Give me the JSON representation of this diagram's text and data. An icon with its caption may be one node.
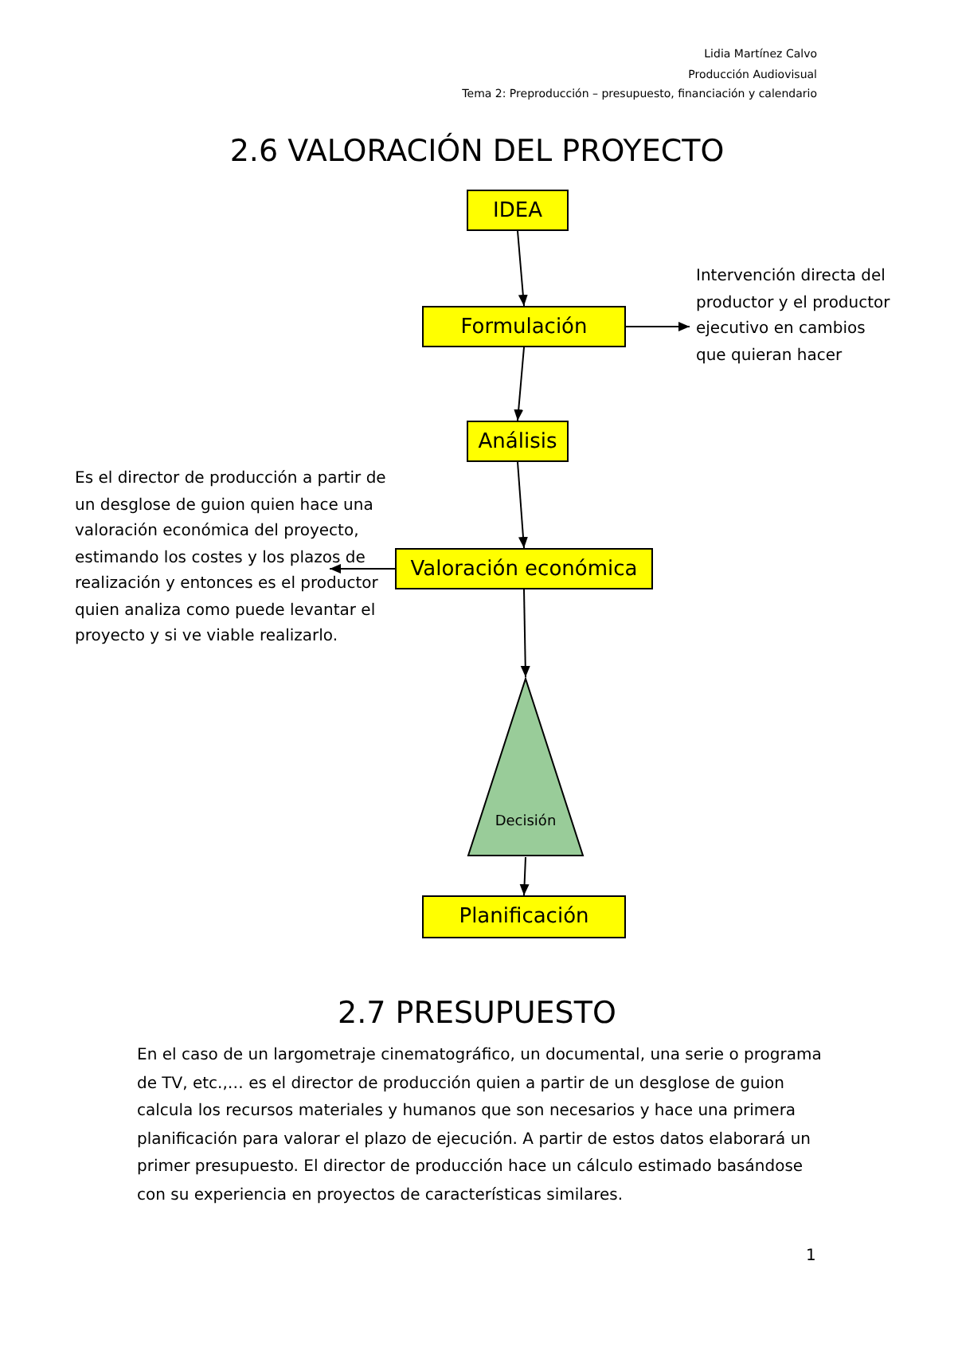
{
  "diagram": {
    "title": "2.6 VALORACIÓN DEL PROYECTO",
    "nodes": [
      {
        "text": [
          "IDEA"
        ]
      },
      {
        "text": [
          "Formulación"
        ]
      },
      {
        "text": [
          "Intervención directa del productor y el productor ejecutivo en cambios que quieran hacer"
        ]
      },
      {
        "text": [
          "Análisis"
        ]
      },
      {
        "text": [
          "Valoración económica"
        ]
      },
      {
        "text": [
          "Es el director de producción a partir de un desglose de guion quien hace una valoración económica del proyecto, estimando los costes y los plazos de realización y entonces es el productor quien analiza como puede levantar el proyecto y si ve viable realizarlo."
        ]
      },
      {
        "text": [
          "Decisión"
        ]
      },
      {
        "text": [
          "Planificación"
        ]
      }
    ],
    "edges": [
      {
        "from": 0,
        "to": 1,
        "arrow": "to"
      },
      {
        "from": 1,
        "to": 2,
        "arrow": "to"
      },
      {
        "from": 1,
        "to": 3,
        "arrow": "to"
      },
      {
        "from": 3,
        "to": 4,
        "arrow": "to"
      },
      {
        "from": 4,
        "to": 5,
        "arrow": "to"
      },
      {
        "from": 4,
        "to": 6,
        "arrow": "to"
      },
      {
        "from": 6,
        "to": 7,
        "arrow": "to"
      }
    ],
    "labels": [
      "Lidia Martínez Calvo",
      "Producción Audiovisual",
      "Tema 2: Preproducción – presupuesto, financiación y calendario",
      "2.7 PRESUPUESTO",
      "En el caso de un largometraje cinematográfico, un documental, una serie o programa de TV, etc.,… es el director de producción quien a partir de un desglose de guion calcula los recursos materiales y humanos que son necesarios y hace una primera planificación para valorar el plazo de ejecución. A partir de estos datos elaborará un primer presupuesto. El director de producción hace un cálculo estimado basándose con su experiencia en proyectos de características similares.",
      "1"
    ]
  }
}
